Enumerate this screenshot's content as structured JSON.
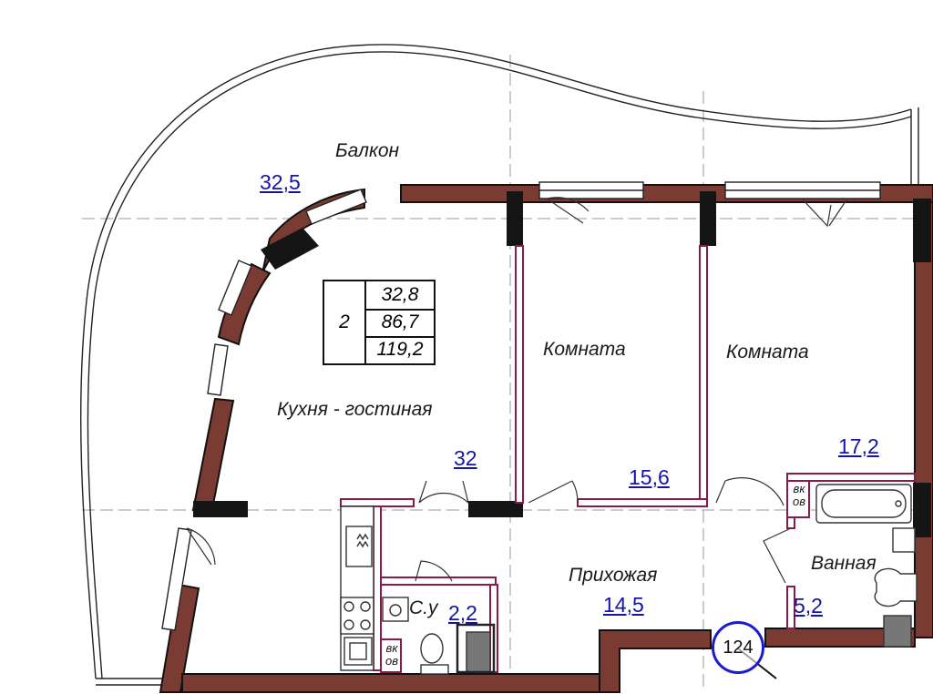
{
  "labels": {
    "balcony": "Балкон",
    "room1": "Комната",
    "room2": "Комната",
    "kitchen": "Кухня - гостиная",
    "hall": "Прихожая",
    "bathroom": "Ванная",
    "wc": "С.у",
    "vkov1_top": "вк",
    "vkov1_bottom": "ов",
    "vkov2_top": "вк",
    "vkov2_bottom": "ов"
  },
  "areas": {
    "balcony": "32,5",
    "kitchen": "32",
    "room1": "15,6",
    "room2": "17,2",
    "hall": "14,5",
    "wc": "2,2",
    "bathroom": "5,2"
  },
  "summary": {
    "rooms": "2",
    "living_area": "32,8",
    "area_without_balcony": "86,7",
    "total_area": "119,2"
  },
  "apartment_number": "124",
  "colors": {
    "wall_fill": "#7a3b33",
    "partition_outline": "#8a1a4a",
    "area_text": "#1414a8",
    "circle_outline": "#1c1ccf"
  }
}
